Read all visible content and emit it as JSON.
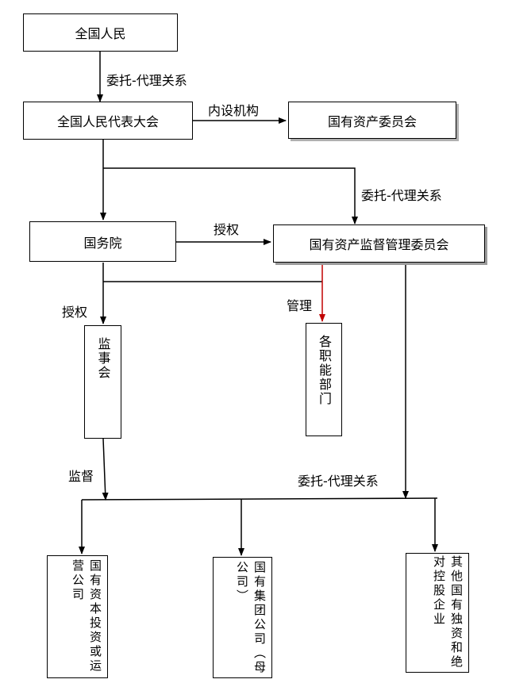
{
  "nodes": {
    "people": "全国人民",
    "congress": "全国人民代表大会",
    "sasac_congress": "国有资产委员会",
    "state_council": "国务院",
    "sasac": "国有资产监督管理委员会",
    "supervisory_board": "监事会",
    "functional_depts": "各职能部门",
    "investment_company": "国有资本投资或运营公司",
    "group_company": "国有集团公司（母公司）",
    "other_enterprises": "其他国有独资和绝对控股企业"
  },
  "edges": {
    "delegation_1": "委托-代理关系",
    "internal": "内设机构",
    "delegation_2": "委托-代理关系",
    "authorize_1": "授权",
    "manage": "管理",
    "authorize_2": "授权",
    "supervise": "监督",
    "delegation_3": "委托-代理关系"
  },
  "colors": {
    "line": "#000000",
    "accent": "#c00000"
  }
}
